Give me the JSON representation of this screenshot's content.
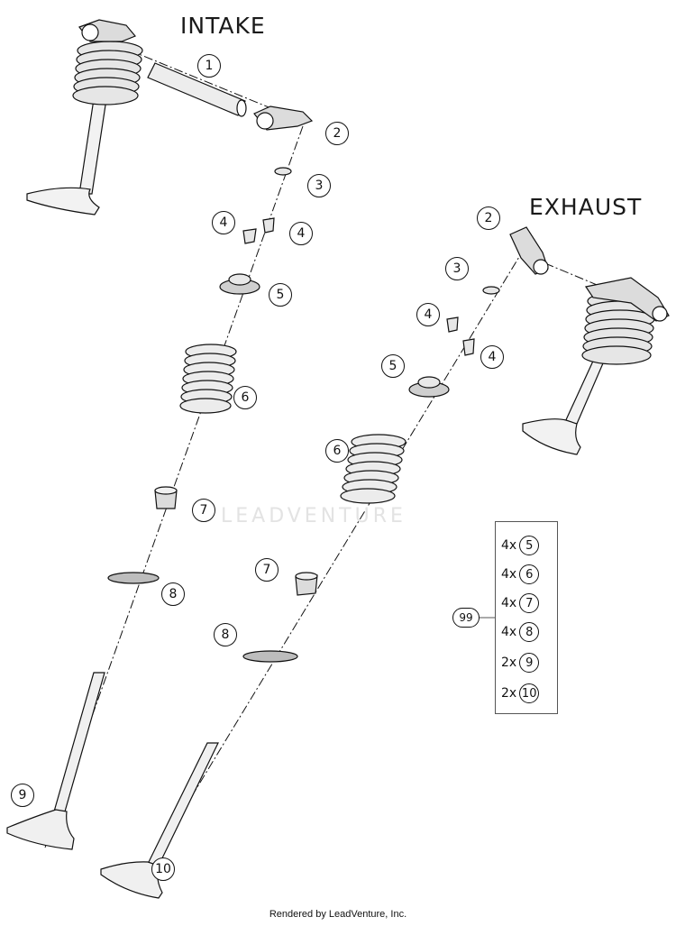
{
  "titles": {
    "intake": "INTAKE",
    "exhaust": "EXHAUST"
  },
  "watermark": "LEADVENTURE",
  "footer": "Rendered by LeadVenture, Inc.",
  "callouts": {
    "intake": [
      "1",
      "2",
      "3",
      "4",
      "4",
      "5",
      "6",
      "7",
      "8",
      "9",
      "10"
    ],
    "exhaust": [
      "2",
      "3",
      "4",
      "4",
      "5",
      "6",
      "7",
      "8"
    ]
  },
  "kit": {
    "label": "99",
    "rows": [
      {
        "qty": "4x",
        "part": "5"
      },
      {
        "qty": "4x",
        "part": "6"
      },
      {
        "qty": "4x",
        "part": "7"
      },
      {
        "qty": "4x",
        "part": "8"
      },
      {
        "qty": "2x",
        "part": "9"
      },
      {
        "qty": "2x",
        "part": "10"
      }
    ]
  },
  "colors": {
    "line": "#111111",
    "part_fill": "#f4f4f4",
    "part_shade": "#bdbdbd"
  }
}
